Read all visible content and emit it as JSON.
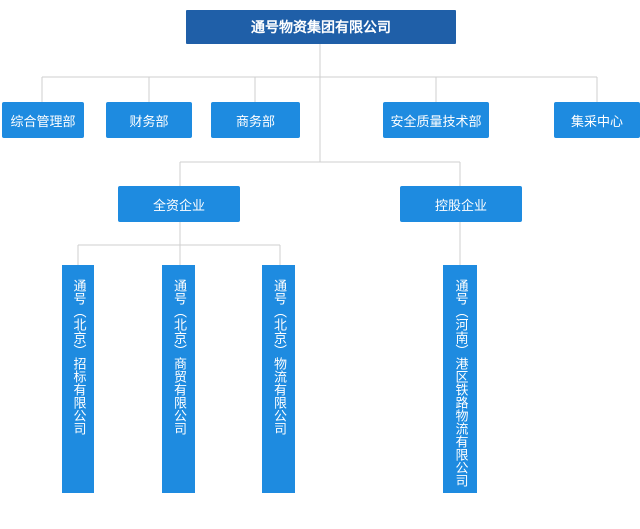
{
  "root": "通号物资集团有限公司",
  "departments": [
    "综合管理部",
    "财务部",
    "商务部",
    "安全质量技术部",
    "集采中心"
  ],
  "groups": [
    "全资企业",
    "控股企业"
  ],
  "subsidiaries": [
    "通号（北京）招标有限公司",
    "通号（北京）商贸有限公司",
    "通号（北京）物流有限公司",
    "通号（河南）港区铁路物流有限公司"
  ],
  "colors": {
    "root": "#1f5fa8",
    "box": "#1e8be0",
    "line": "#cfcfcf"
  }
}
